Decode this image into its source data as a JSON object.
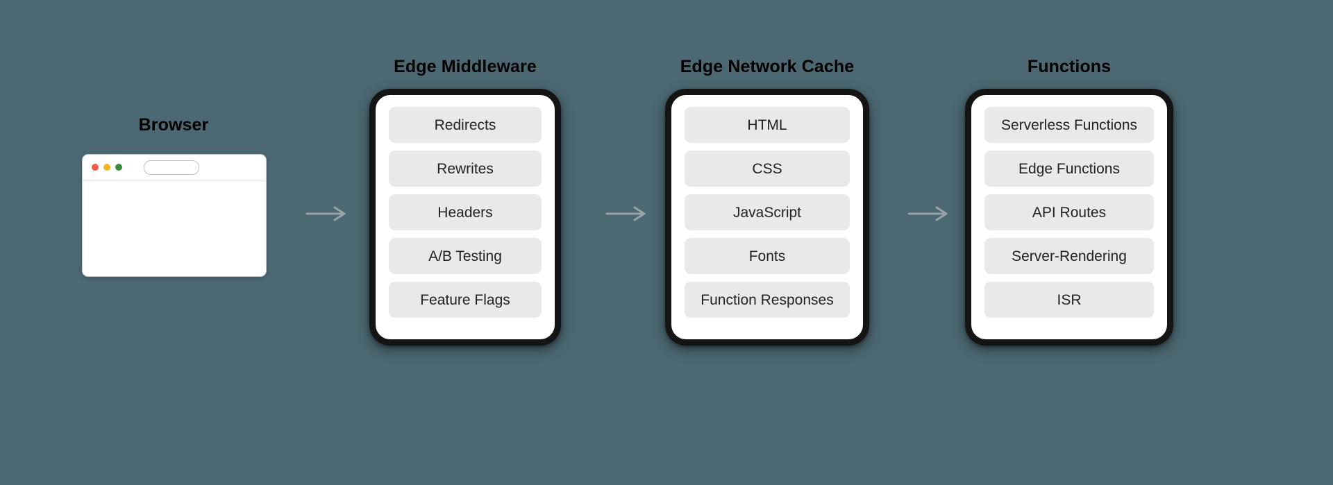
{
  "background_color": "#4c6872",
  "browser": {
    "title": "Browser",
    "window_controls": [
      {
        "name": "close-dot",
        "color": "#ef5b4d"
      },
      {
        "name": "minimize-dot",
        "color": "#f5b624"
      },
      {
        "name": "maximize-dot",
        "color": "#3f8e3f"
      }
    ],
    "url_bar_value": ""
  },
  "stages": [
    {
      "id": "edge-middleware",
      "title": "Edge Middleware",
      "items": [
        "Redirects",
        "Rewrites",
        "Headers",
        "A/B Testing",
        "Feature Flags"
      ]
    },
    {
      "id": "edge-network-cache",
      "title": "Edge Network Cache",
      "items": [
        "HTML",
        "CSS",
        "JavaScript",
        "Fonts",
        "Function Responses"
      ]
    },
    {
      "id": "functions",
      "title": "Functions",
      "items": [
        "Serverless Functions",
        "Edge Functions",
        "API Routes",
        "Server-Rendering",
        "ISR"
      ]
    }
  ],
  "arrows": [
    {
      "name": "arrow-browser-to-middleware",
      "direction": "right"
    },
    {
      "name": "arrow-middleware-to-cache",
      "direction": "right"
    },
    {
      "name": "arrow-cache-to-functions",
      "direction": "right"
    }
  ],
  "colors": {
    "background": "#4c6872",
    "card_border": "#141414",
    "card_fill": "#ffffff",
    "chip_fill": "#e9e9e9",
    "chip_text": "#222222",
    "title_text": "#000000",
    "arrow": "#9aa4a8"
  }
}
